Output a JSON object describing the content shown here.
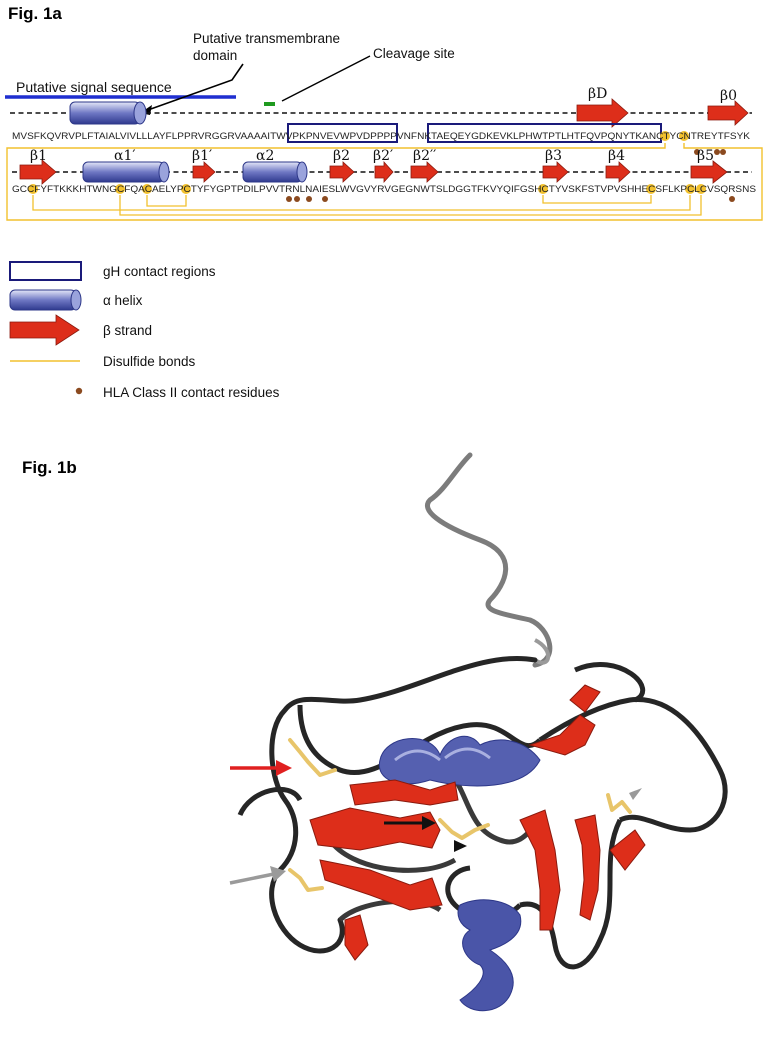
{
  "fig_a": {
    "title": "Fig. 1a",
    "annotations": {
      "transmembrane": [
        "Putative transmembrane",
        "domain"
      ],
      "cleavage": "Cleavage site",
      "signal": "Putative signal sequence"
    },
    "sequence_line1": "MVSFKQVRVPLFTAIALVIVLLLAYFLPPRVRGGRVAAAAITWVPKPNVEVWPVDPPPPVNFNKTAEQEYGDKEVKLPHWTPTLHTFQVPQNYTKANCTYCNTREYTFSYK",
    "sequence_line2": "GCCFYFTKKKHTWNGCFQACAELYPCTYFYGPTPDILPVVTRNLNAIESLWVGVYRVGEGNWTSLDGGTFKVYQIFGSHCTYVSKFSTVPVSHHECSFLKPCLCVSQRSNS",
    "line1_labels": [
      "βD",
      "β0"
    ],
    "line2_labels": [
      "β1",
      "α1′",
      "β1′",
      "α2",
      "β2",
      "β2′",
      "β2′′",
      "β3",
      "β4",
      "β5"
    ]
  },
  "legend": [
    {
      "key": "gh",
      "label": "gH contact regions"
    },
    {
      "key": "helix",
      "label": "α helix"
    },
    {
      "key": "strand",
      "label": "β strand"
    },
    {
      "key": "disulfide",
      "label": "Disulfide bonds"
    },
    {
      "key": "hla",
      "label": "HLA Class II contact residues"
    }
  ],
  "fig_b": {
    "title": "Fig. 1b"
  },
  "colors": {
    "helix": "#5560b0",
    "helix_light": "#d8dcf4",
    "strand": "#dd2e1a",
    "disulfide": "#f2c12e",
    "box": "#1a1a7a",
    "signal": "#1f2fd0",
    "cleavage": "#1f9a1f",
    "hla_dot": "#8b4a1f",
    "coil": "#2a2a2a"
  },
  "icons": [
    "black-arrow-icon",
    "red-arrow-icon",
    "grey-arrow-icon",
    "black-triangle-icon",
    "grey-triangle-icon"
  ]
}
